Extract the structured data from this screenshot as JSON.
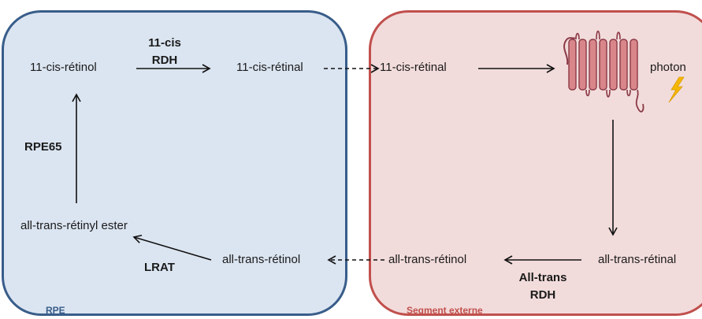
{
  "compartments": {
    "rpe": "RPE",
    "segment": "Segment externe"
  },
  "molecules": {
    "retinol_11cis": "11-cis-rétinol",
    "retinal_11cis_rpe": "11-cis-rétinal",
    "retinal_11cis_seg": "11-cis-rétinal",
    "photon": "photon",
    "retinyl_ester": "all-trans-rétinyl ester",
    "retinol_alltrans_rpe": "all-trans-rétinol",
    "retinol_alltrans_seg": "all-trans-rétinol",
    "retinal_alltrans": "all-trans-rétinal"
  },
  "enzymes": {
    "rdh11_line1": "11-cis",
    "rdh11_line2": "RDH",
    "rpe65": "RPE65",
    "lrat": "LRAT",
    "rdh_at_line1": "All-trans",
    "rdh_at_line2": "RDH"
  },
  "icons": {
    "opsin": "rhodopsin-seven-helix-icon",
    "lightning": "lightning-bolt-icon"
  },
  "colors": {
    "rpe_fill": "#dbe5f1",
    "rpe_border": "#385d8a",
    "seg_fill": "#f2dcdb",
    "seg_border": "#c0504d",
    "opsin": "#d9868a",
    "bolt": "#f5b800"
  }
}
